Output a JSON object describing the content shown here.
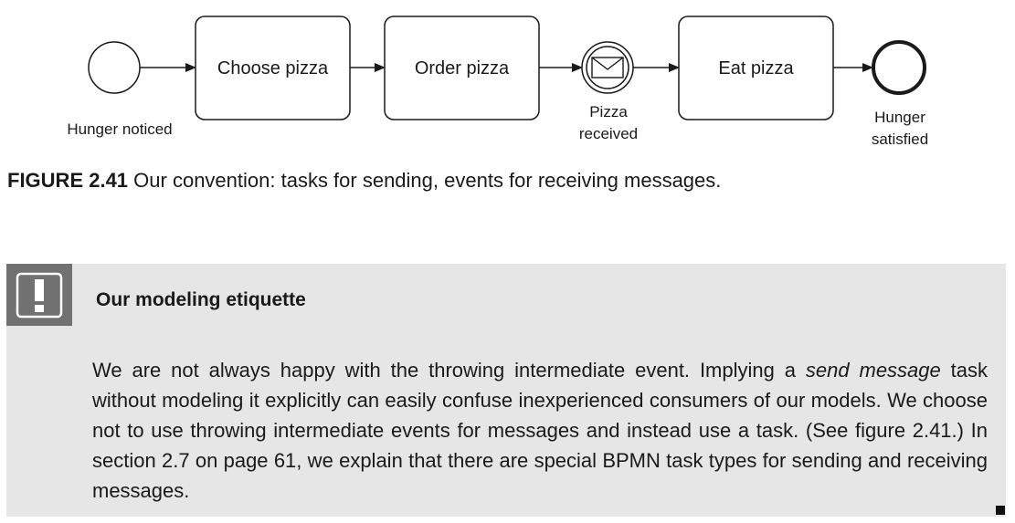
{
  "diagram": {
    "events": {
      "start_label": "Hunger noticed",
      "intermediate_label_line1": "Pizza",
      "intermediate_label_line2": "received",
      "end_label_line1": "Hunger",
      "end_label_line2": "satisfied"
    },
    "tasks": [
      "Choose pizza",
      "Order pizza",
      "Eat pizza"
    ],
    "intermediate_icon": "envelope-icon"
  },
  "caption": {
    "label": "FIGURE 2.41",
    "text": "Our convention: tasks for sending, events for receiving messages."
  },
  "etiquette": {
    "icon": "exclamation-icon",
    "title": "Our modeling etiquette",
    "body_before": "We are not always happy with the throwing intermediate event. Implying a ",
    "body_emphasis": "send message",
    "body_after": " task without modeling it explicitly can easily confuse inexperienced consumers of our models. We choose not to use throwing intermediate events for messages and instead use a task. (See figure 2.41.) In section 2.7 on page 61, we explain that there are special BPMN task types for sending and receiving messages."
  },
  "colors": {
    "box_background": "#e6e6e6",
    "badge_background": "#717171",
    "stroke": "#1a1a1a"
  }
}
